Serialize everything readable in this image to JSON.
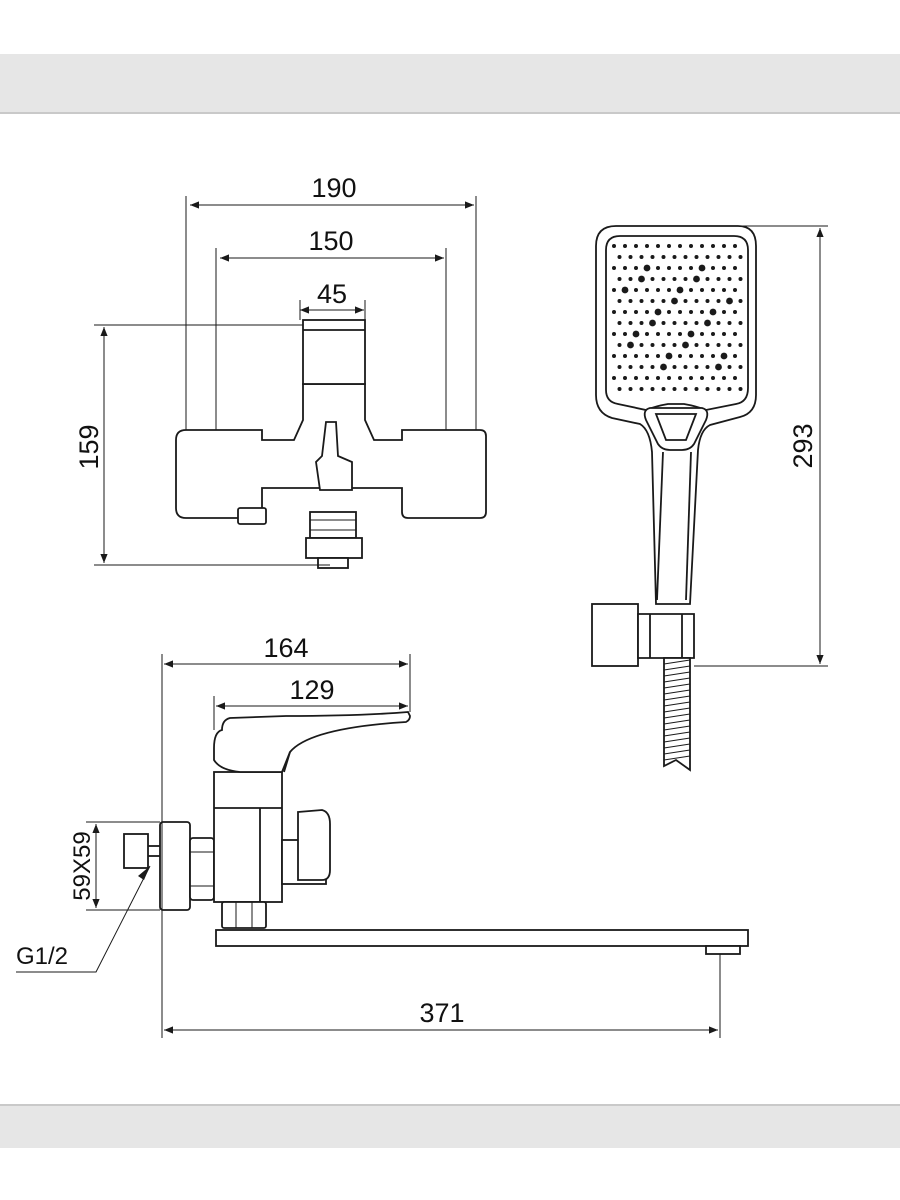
{
  "dimensions": {
    "top_view_width_outer": "190",
    "top_view_width_inner": "150",
    "top_view_width_cartridge": "45",
    "top_view_height": "159",
    "shower_head_height": "293",
    "side_view_depth": "164",
    "side_view_lever": "129",
    "flange_size": "59X59",
    "thread": "G1/2",
    "spout_reach": "371"
  }
}
